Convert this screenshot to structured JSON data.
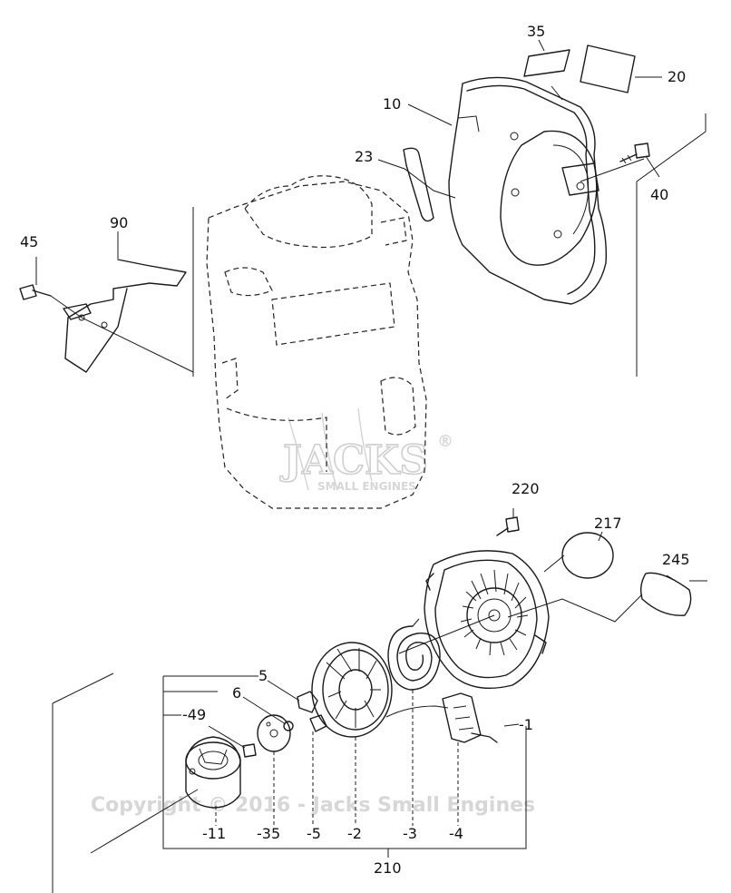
{
  "callouts": {
    "c35": "35",
    "c20": "20",
    "c10": "10",
    "c23": "23",
    "c40": "40",
    "c90": "90",
    "c45": "45",
    "c220": "220",
    "c217": "217",
    "c245": "245",
    "c5": "5",
    "c6": "6",
    "c49": "-49",
    "c1": "-1",
    "b11": "-11",
    "b35": "-35",
    "b5": "-5",
    "b2": "-2",
    "b3": "-3",
    "b4": "-4",
    "c210": "210"
  },
  "watermark": {
    "logo": "JACKS",
    "registered": "®",
    "tagline": "SMALL ENGINES",
    "copyright": "Copyright © 2016 - Jacks Small Engines"
  }
}
